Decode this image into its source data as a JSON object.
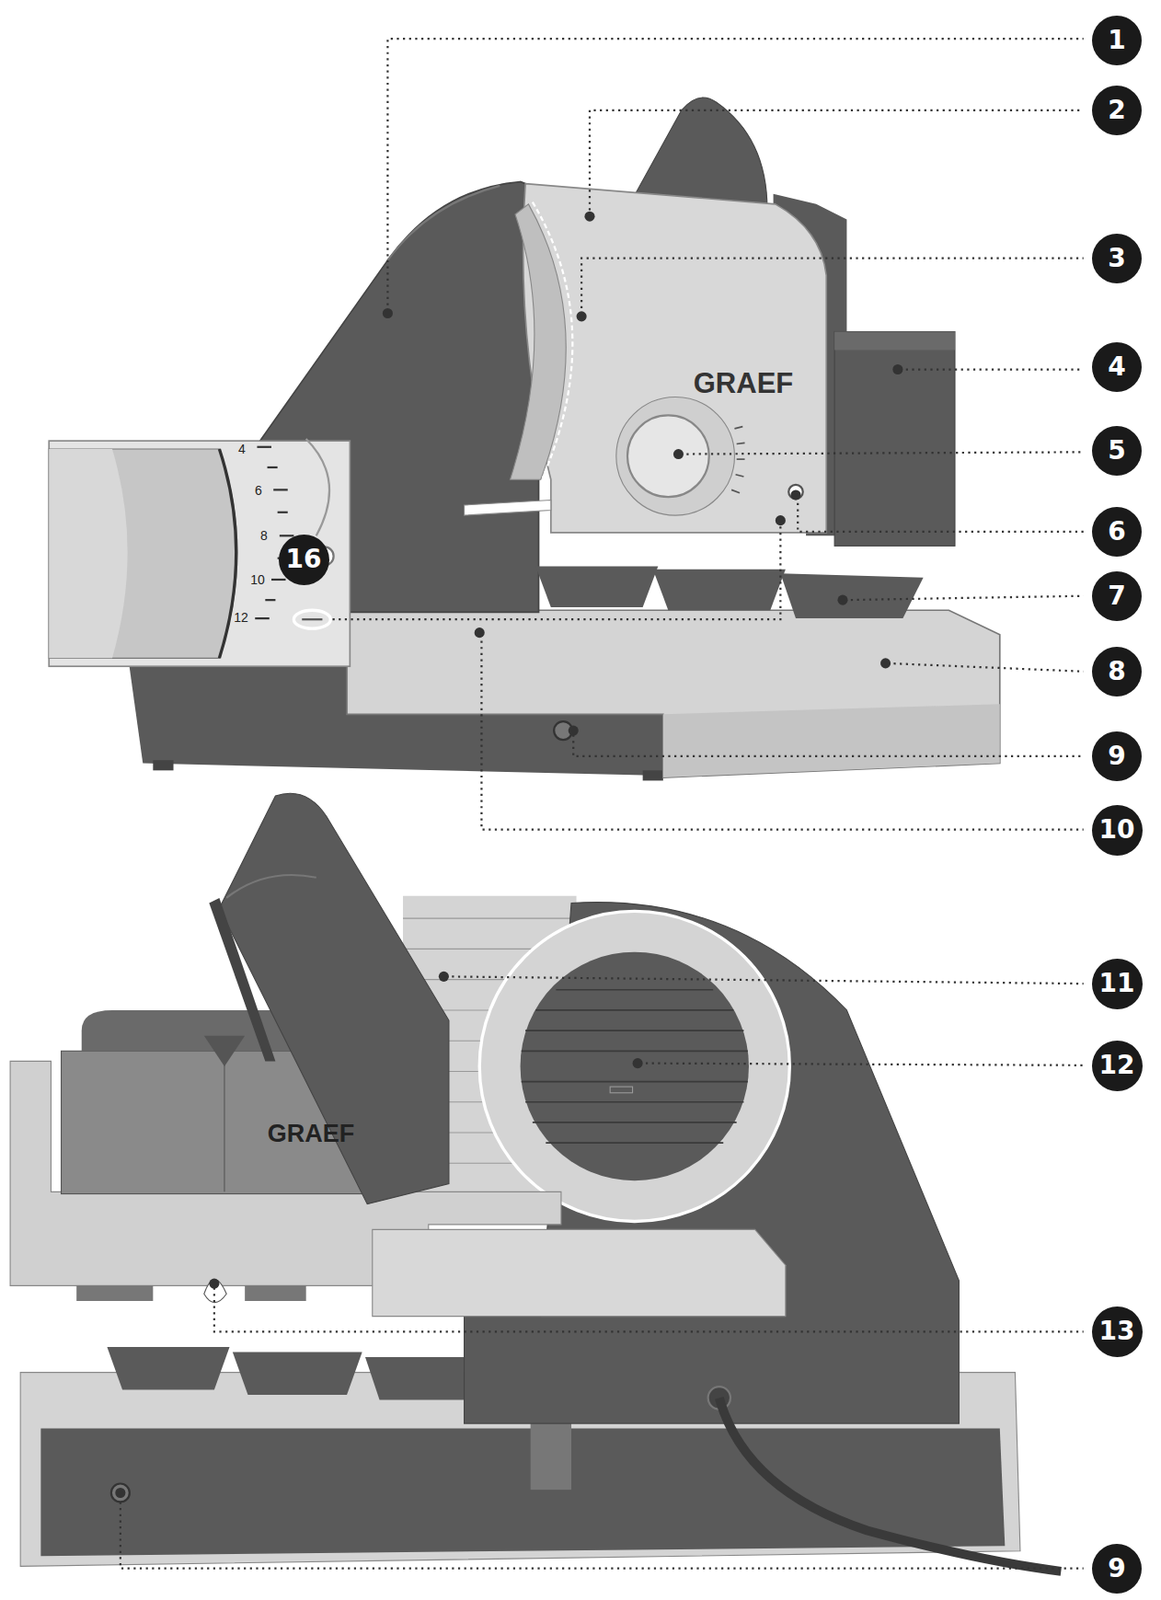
{
  "diagram": {
    "nodes": [
      {
        "text": [
          "1"
        ]
      },
      {
        "text": [
          "2"
        ]
      },
      {
        "text": [
          "3"
        ]
      },
      {
        "text": [
          "4"
        ]
      },
      {
        "text": [
          "5"
        ]
      },
      {
        "text": [
          "16"
        ]
      },
      {
        "text": [
          "6"
        ]
      },
      {
        "text": [
          "7"
        ]
      },
      {
        "text": [
          "8"
        ]
      },
      {
        "text": [
          "9"
        ]
      },
      {
        "text": [
          "10"
        ]
      },
      {
        "text": [
          "11"
        ]
      },
      {
        "text": [
          "12"
        ]
      },
      {
        "text": [
          "13"
        ]
      },
      {
        "text": [
          "9"
        ]
      }
    ],
    "labels": [
      "GRAEF",
      "4",
      "6",
      "8",
      "10",
      "12",
      "GRAEF"
    ]
  }
}
